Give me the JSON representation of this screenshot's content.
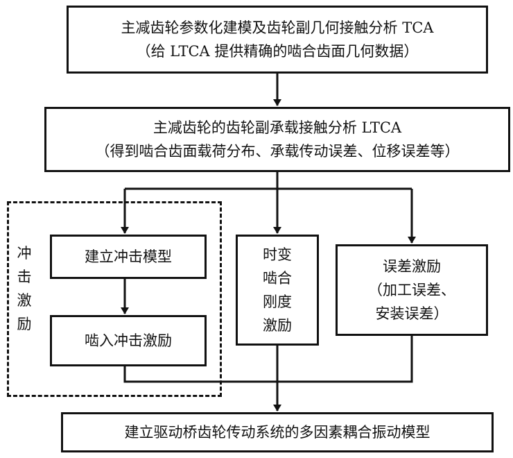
{
  "boxes": {
    "tca": {
      "line1": "主减齿轮参数化建模及齿轮副几何接触分析 TCA",
      "line2": "（给 LTCA 提供精确的啮合齿面几何数据）"
    },
    "ltca": {
      "line1": "主减齿轮的齿轮副承载接触分析 LTCA",
      "line2": "（得到啮合齿面载荷分布、承载传动误差、位移误差等）"
    },
    "impact_model": {
      "label": "建立冲击模型"
    },
    "impact_excitation": {
      "label": "啮入冲击激励"
    },
    "stiffness": {
      "line1": "时变",
      "line2": "啮合",
      "line3": "刚度",
      "line4": "激励"
    },
    "error": {
      "line1": "误差激励",
      "line2": "（加工误差、",
      "line3": "安装误差）"
    },
    "final": {
      "label": "建立驱动桥齿轮传动系统的多因素耦合振动模型"
    }
  },
  "impact_group": {
    "c1": "冲",
    "c2": "击",
    "c3": "激",
    "c4": "励"
  }
}
